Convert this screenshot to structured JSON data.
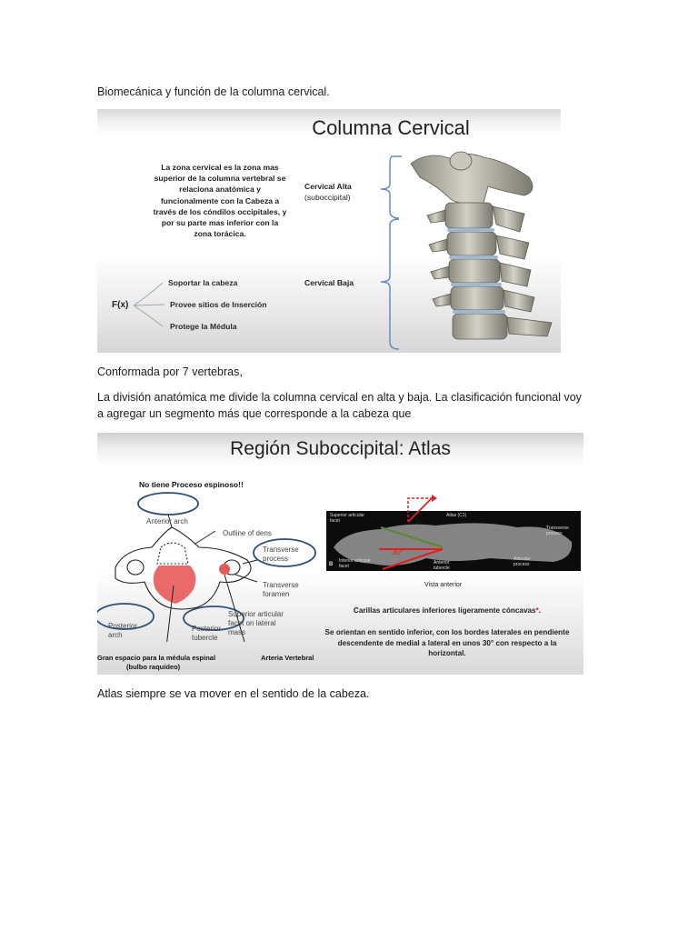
{
  "document": {
    "paragraphs": [
      "Biomecánica y función de la columna cervical.",
      "Conformada por 7 vertebras,",
      "La división anatómica me divide la columna cervical en alta y baja. La clasificación funcional voy a agregar un segmento más que corresponde a la cabeza que",
      "Atlas siempre se va mover en el sentido de la cabeza."
    ]
  },
  "slide1": {
    "title": "Columna Cervical",
    "description": "La zona cervical es la zona mas superior de la columna vertebral se relaciona anatómica y funcionalmente con la Cabeza a través de los cóndilos occipitales, y por su parte mas inferior con la zona torácica.",
    "upper_label": "Cervical Alta",
    "upper_sublabel": "(suboccipital)",
    "lower_label": "Cervical Baja",
    "function_label": "F(x)",
    "functions": [
      "Soportar la cabeza",
      "Provee sitios de Inserción",
      "Protege la Médula"
    ],
    "image_alt": "cervical-spine-3d-illustration"
  },
  "slide2": {
    "title": "Región Suboccipital: Atlas",
    "subtitle": "No tiene Proceso espinoso!!",
    "diagram_labels": {
      "anterior_arch": "Anterior arch",
      "outline_of_dens": "Outline of dens",
      "transverse_process": "Transverse process",
      "transverse_foramen": "Transverse foramen",
      "superior_articular_facet": "Superior articular facet on lateral mass",
      "posterior_arch": "Posterior arch",
      "posterior_tubercle": "Posterior tubercle"
    },
    "caption_left": "Gran espacio para la médula espinal",
    "caption_left_sub": "(bulbo raquídeo)",
    "caption_right": "Arteria Vertebral",
    "xray_labels": {
      "superior_facet": "Superior articular facet",
      "atlas": "Atlas (C1)",
      "transverse_process": "Transverse process",
      "angle": "30°",
      "inferior_facet": "Inferior articular facet",
      "anterior_tubercle": "Anterior tubercle",
      "articular_process": "Articular process",
      "panel": "B"
    },
    "xray_caption": "Vista anterior",
    "note1": "Carillas articulares inferiores ligeramente cóncavas",
    "note1_mark": "*",
    "note1_end": ".",
    "note2": "Se orientan en sentido inferior, con los bordes laterales en pendiente descendente de medial a lateral en unos 30° con respecto a la horizontal."
  },
  "colors": {
    "bracket": "#5b8fc9",
    "ellipse": "#2f4f73",
    "highlight_red": "#e85a5a",
    "angle_red": "#e02020",
    "facet_green": "#5a8a2a"
  }
}
